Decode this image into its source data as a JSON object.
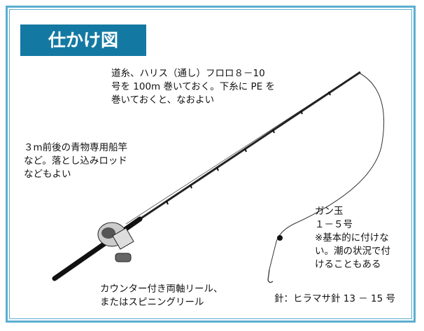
{
  "title": "仕かけ図",
  "labels": {
    "line": "道糸、ハリス（通し）フロロ８－10\n号を 100m 巻いておく。下糸に PE を\n巻いておくと、なおよい",
    "rod": "３m前後の青物専用船竿\nなど。落とし込みロッド\nなどもよい",
    "sinker": "ガン玉\n１－５号\n※基本的に付けな\nい。潮の状況で付\nけることもある",
    "reel": "カウンター付き両軸リール、\nまたはスピニングリール",
    "hook": "針：ヒラマサ針 13 － 15 号"
  },
  "colors": {
    "accent": "#1479a2",
    "border": "#5aaed0"
  }
}
